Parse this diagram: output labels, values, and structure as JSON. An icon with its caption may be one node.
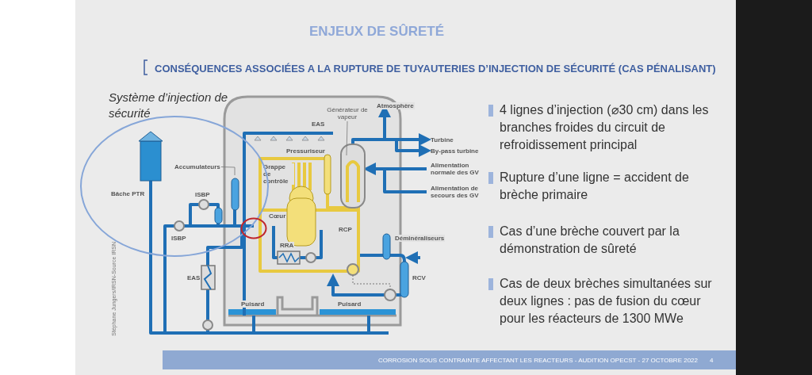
{
  "diagram": {
    "title": "ENJEUX DE SÛRETÉ",
    "nodes": [
      {
        "text": [
          "Système d’injection de sécurité"
        ]
      },
      {
        "text": [],
        "shape": "circle"
      },
      {
        "text": [
          "Accumulateurs"
        ],
        "in": 0
      },
      {
        "text": [
          "Générateur de vapeur"
        ]
      }
    ],
    "edges": [
      {
        "from": 2,
        "to": null,
        "arrow": "none"
      },
      {
        "from": 3,
        "to": null,
        "arrow": "none"
      }
    ],
    "labels": [
      "CONSÉQUENCES ASSOCIÉES A LA RUPTURE DE TUYAUTERIES D’INJECTION DE SÉCURITÉ (CAS PÉNALISANT)",
      "EAS",
      "Atmosphère",
      "Turbine",
      "By-pass turbine",
      "Alimentation normale des GV",
      "Alimentation de secours des GV",
      "Bâche PTR",
      "ISBP",
      "Pressuriseur",
      "Grappe de contrôle",
      "Cœur",
      "RCP",
      "RRA",
      "ISBP",
      "Déminéraliseurs",
      "EAS",
      "RCV",
      "Puisard",
      "Puisard",
      "Stéphane Jungers/IRSN-Source IRSN",
      "4 lignes d’injection (⌀30 cm) dans les branches froides du circuit de refroidissement principal",
      "Rupture d’une ligne = accident de brèche primaire",
      "Cas d’une brèche couvert par la démonstration de sûreté",
      "Cas de deux brèches simultanées sur deux lignes : pas de fusion du cœur pour les réacteurs de 1300 MWe",
      "CORROSION SOUS CONTRAINTE AFFECTANT LES REACTEURS - AUDITION OPECST - 27 OCTOBRE 2022",
      "4"
    ]
  }
}
